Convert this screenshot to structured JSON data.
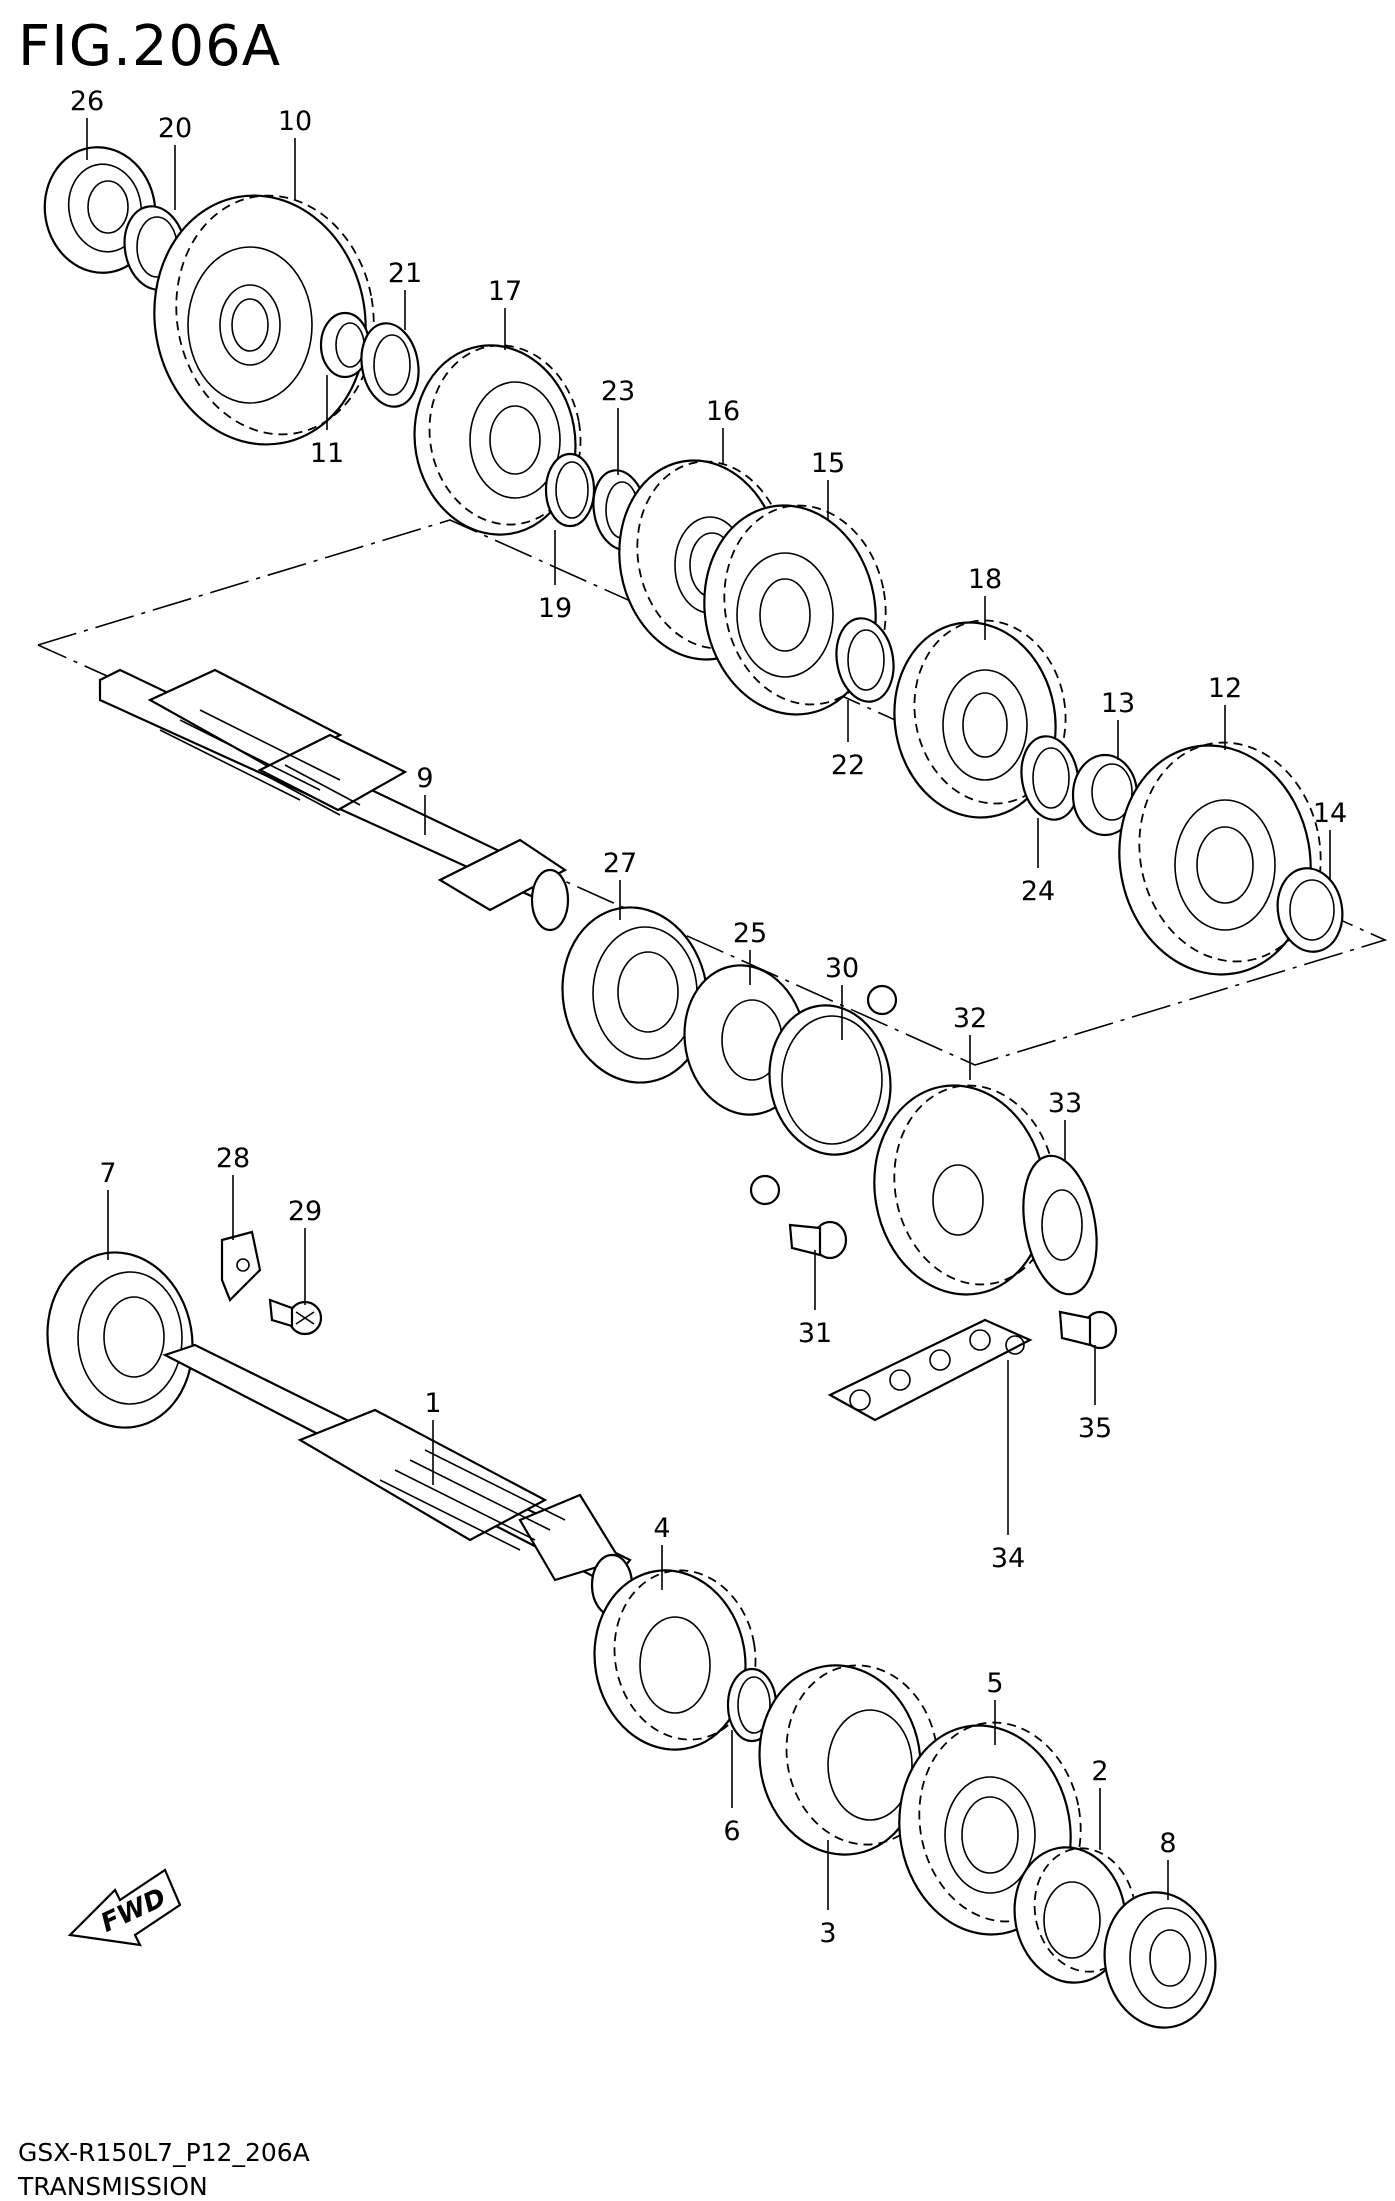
{
  "figure": {
    "title": "FIG.206A"
  },
  "footer": {
    "code": "GSX-R150L7_P12_206A",
    "name": "TRANSMISSION"
  },
  "fwd_badge": "FWD",
  "callouts": [
    "26",
    "20",
    "10",
    "21",
    "11",
    "17",
    "23",
    "19",
    "16",
    "15",
    "18",
    "22",
    "13",
    "12",
    "24",
    "14",
    "9",
    "27",
    "25",
    "30",
    "32",
    "33",
    "31",
    "35",
    "34",
    "28",
    "29",
    "7",
    "1",
    "4",
    "6",
    "3",
    "5",
    "2",
    "8"
  ]
}
